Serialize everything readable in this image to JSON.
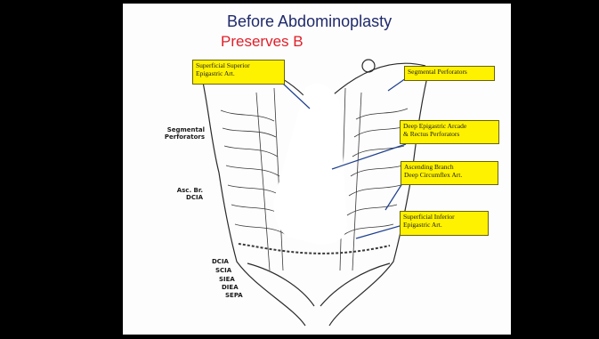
{
  "slide": {
    "title": "Before Abdominoplasty",
    "subtitle": "Preserves B"
  },
  "callouts": {
    "ssea": "Superficial Superior\nEpigastric Art.",
    "seg_perf_right": "Segmental Perforators",
    "deep_epi": "Deep Epigastric Arcade\n& Rectus Perforators",
    "asc_branch": "Ascending Branch\nDeep Circumflex Art.",
    "siea_right": "Superficial Inferior\nEpigastric Art."
  },
  "labels": {
    "seg_perf_left": "Segmental\nPerforators",
    "asc_br_dcia": "Asc. Br.\nDCIA",
    "dcia": "DCIA",
    "scia": "SCIA",
    "siea": "SIEA",
    "diea": "DIEA",
    "sepa": "SEPA"
  },
  "colors": {
    "background": "#000000",
    "slide": "#fdfdfd",
    "title": "#1f2a6b",
    "subtitle": "#e0202a",
    "callout_fill": "#fff200",
    "pointer_line": "#1d3f8f"
  }
}
